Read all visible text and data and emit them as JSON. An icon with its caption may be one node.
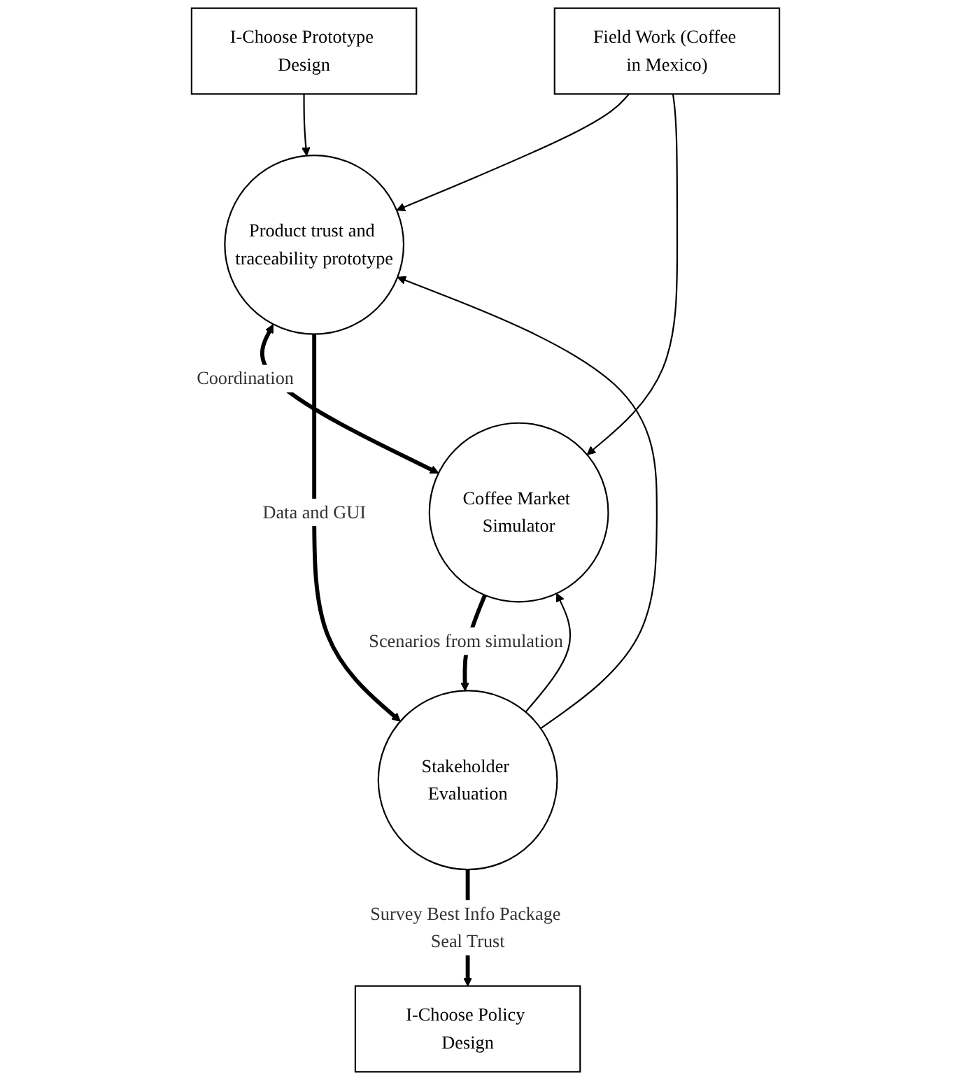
{
  "diagram": {
    "nodes": [
      {
        "text": [
          "I-Choose Prototype Design"
        ]
      },
      {
        "text": [
          "Field Work (Coffee in Mexico)"
        ]
      },
      {
        "text": [
          "Product trust and traceability prototype"
        ]
      },
      {
        "text": [
          "Coffee Market Simulator"
        ]
      },
      {
        "text": [
          "Stakeholder Evaluation"
        ]
      },
      {
        "text": [
          "I-Choose Policy Design"
        ]
      }
    ],
    "edges": [
      {
        "from": 0,
        "to": 2,
        "arrow": "to"
      },
      {
        "from": 1,
        "to": 2,
        "arrow": "to"
      },
      {
        "from": 1,
        "to": 3,
        "arrow": "to"
      },
      {
        "from": 2,
        "to": 3,
        "arrow": "both",
        "label": "Coordination",
        "style": "thick"
      },
      {
        "from": 2,
        "to": 4,
        "arrow": "to",
        "label": "Data and GUI",
        "style": "thick"
      },
      {
        "from": 3,
        "to": 4,
        "arrow": "to",
        "label": "Scenarios from simulation",
        "style": "thick"
      },
      {
        "from": 4,
        "to": 2,
        "arrow": "to"
      },
      {
        "from": 4,
        "to": 3,
        "arrow": "to"
      },
      {
        "from": 4,
        "to": 5,
        "arrow": "to",
        "label": "Survey Best Info Package Seal Trust",
        "style": "thick"
      }
    ]
  }
}
